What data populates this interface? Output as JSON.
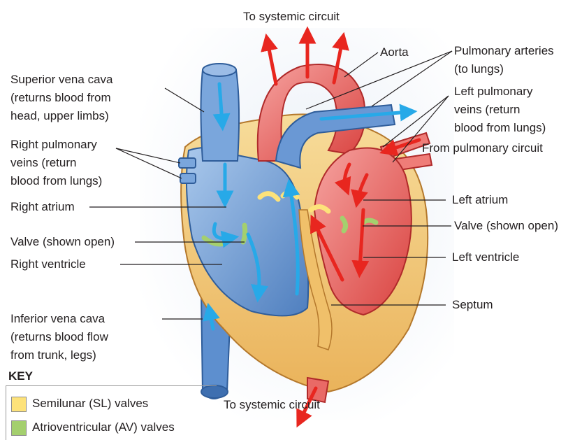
{
  "labels": {
    "top_circuit": "To systemic circuit",
    "aorta": "Aorta",
    "pulmonary_arteries_1": "Pulmonary arteries",
    "pulmonary_arteries_2": "(to lungs)",
    "left_pulm_veins_1": "Left pulmonary",
    "left_pulm_veins_2": "veins (return",
    "left_pulm_veins_3": "blood from lungs)",
    "from_pulm_circuit": "From pulmonary circuit",
    "svc_1": "Superior vena cava",
    "svc_2": "(returns blood from",
    "svc_3": "head, upper limbs)",
    "right_pulm_veins_1": "Right pulmonary",
    "right_pulm_veins_2": "veins (return",
    "right_pulm_veins_3": "blood from lungs)",
    "right_atrium": "Right atrium",
    "valve_left_side": "Valve (shown open)",
    "right_ventricle": "Right ventricle",
    "ivc_1": "Inferior vena cava",
    "ivc_2": "(returns blood flow",
    "ivc_3": "from trunk, legs)",
    "left_atrium": "Left atrium",
    "valve_right_side": "Valve (shown open)",
    "left_ventricle": "Left ventricle",
    "septum": "Septum",
    "bottom_circuit": "To systemic circuit"
  },
  "key": {
    "title": "KEY",
    "items": [
      {
        "label": "Semilunar (SL) valves",
        "color": "#fde27a"
      },
      {
        "label": "Atrioventricular (AV) valves",
        "color": "#a4cf6e"
      }
    ]
  },
  "colors": {
    "oxygen_poor": "#6e9fd8",
    "oxygen_rich": "#e8494a",
    "flow_arrow_blue": "#27a9e8",
    "flow_arrow_red": "#e8261f",
    "myocardium": "#f3c873",
    "leader_line": "#231f20"
  }
}
